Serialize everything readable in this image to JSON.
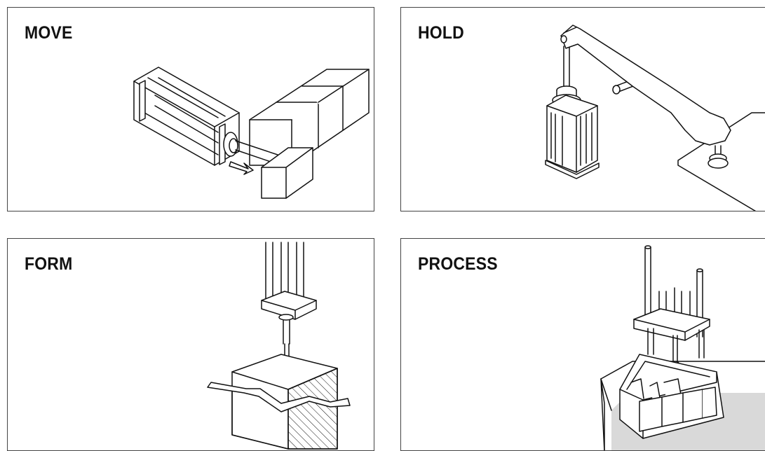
{
  "panels": {
    "move": {
      "label": "MOVE"
    },
    "hold": {
      "label": "HOLD"
    },
    "form": {
      "label": "FORM"
    },
    "process": {
      "label": "PROCESS"
    }
  },
  "colors": {
    "line": "#111111",
    "border": "#444444",
    "shade": "#d9d9d9"
  },
  "icons": [
    "pneumatic-cylinder-icon",
    "cylinder-icon",
    "clamp-arm-icon",
    "press-die-icon",
    "multi-rod-press-icon"
  ]
}
